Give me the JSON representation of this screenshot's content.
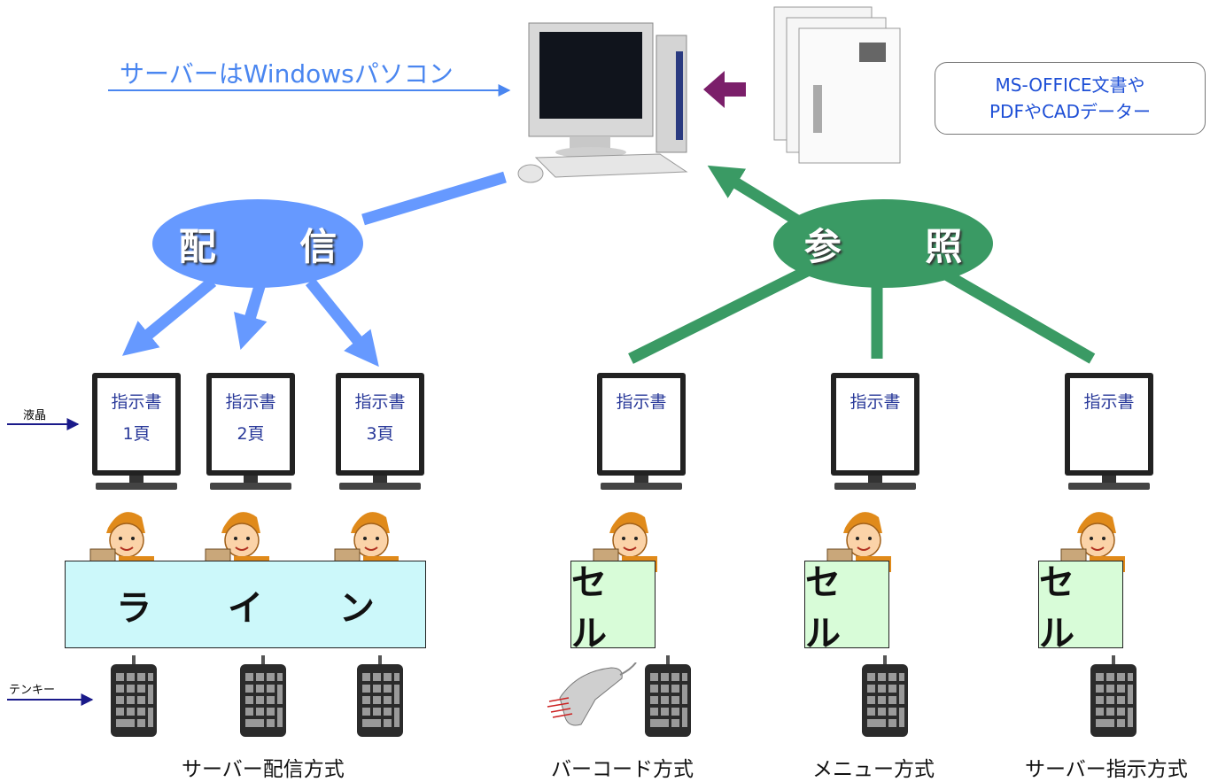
{
  "server_label": "サーバーはWindowsパソコン",
  "doc_label": {
    "line1": "MS-OFFICE文書や",
    "line2": "PDFやCADデーター"
  },
  "bubble_deliver": "配 信",
  "bubble_refer": "参 照",
  "lcd_label": "液晶",
  "tenkey_label": "テンキー",
  "line_label": "ラ イ ン",
  "cell_label": "セ ル",
  "monitor_title": "指示書",
  "pages": [
    "1頁",
    "2頁",
    "3頁"
  ],
  "captions": [
    "サーバー配信方式",
    "バーコード方式",
    "メニュー方式",
    "サーバー指示方式"
  ],
  "colors": {
    "deliver": "#6699ff",
    "refer": "#3a9a64",
    "pc_arrow": "#7b1f6a",
    "server_text": "#4a86f0"
  },
  "icons": [
    "desktop-pc-icon",
    "documents-icon",
    "worker-icon",
    "keypad-icon",
    "barcode-scanner-icon"
  ]
}
